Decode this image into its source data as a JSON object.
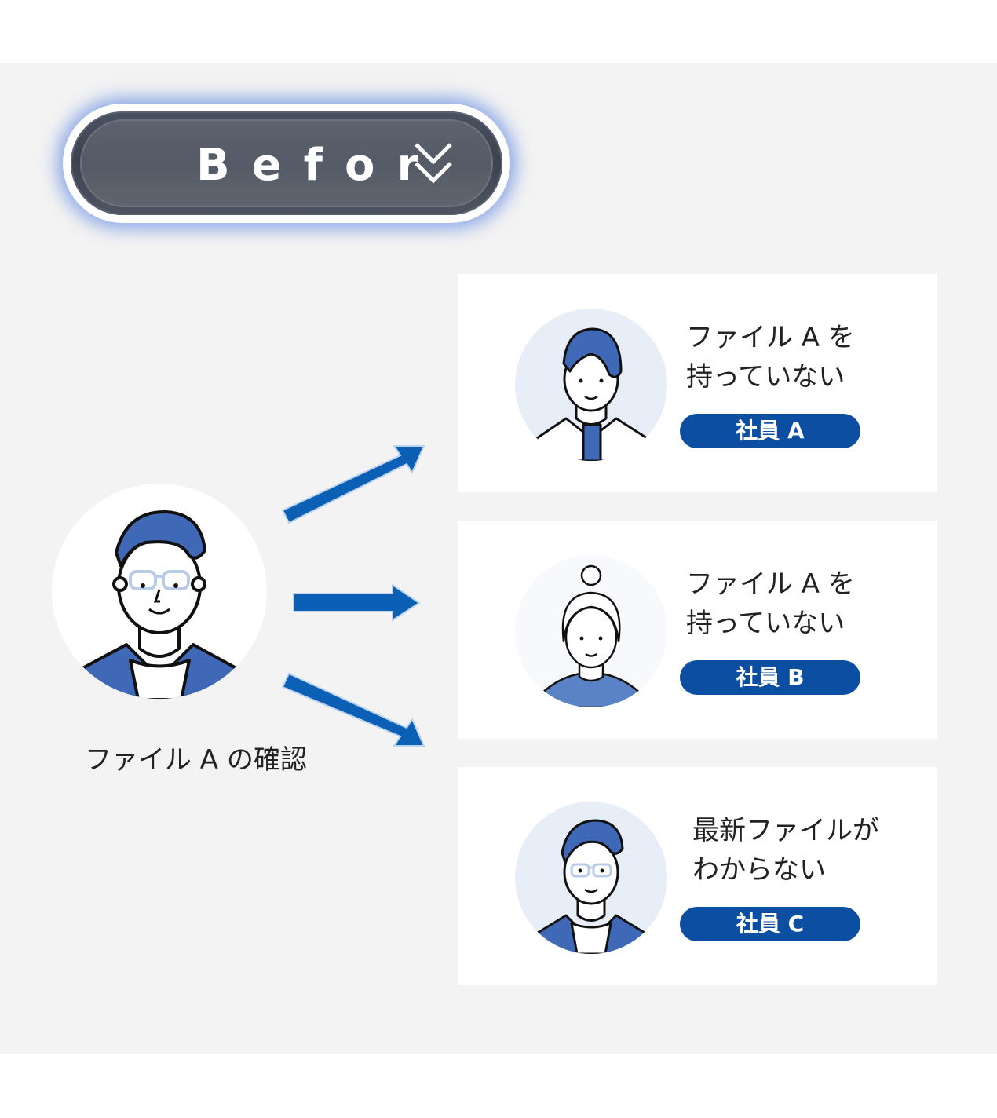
{
  "header": {
    "title": "Befor",
    "chevron_icon": "double-chevron-down-icon"
  },
  "source": {
    "label": "ファイル A の確認"
  },
  "cards": [
    {
      "line1": "ファイル A を",
      "line2": "持っていない",
      "badge": "社員 A"
    },
    {
      "line1": "ファイル A を",
      "line2": "持っていない",
      "badge": "社員 B"
    },
    {
      "line1": "最新ファイルが",
      "line2": "わからない",
      "badge": "社員 C"
    }
  ],
  "colors": {
    "accent": "#0b4ea2",
    "hair": "#3f69b7",
    "panel": "#f3f3f3",
    "avatar_bg": "#e8eef8"
  }
}
